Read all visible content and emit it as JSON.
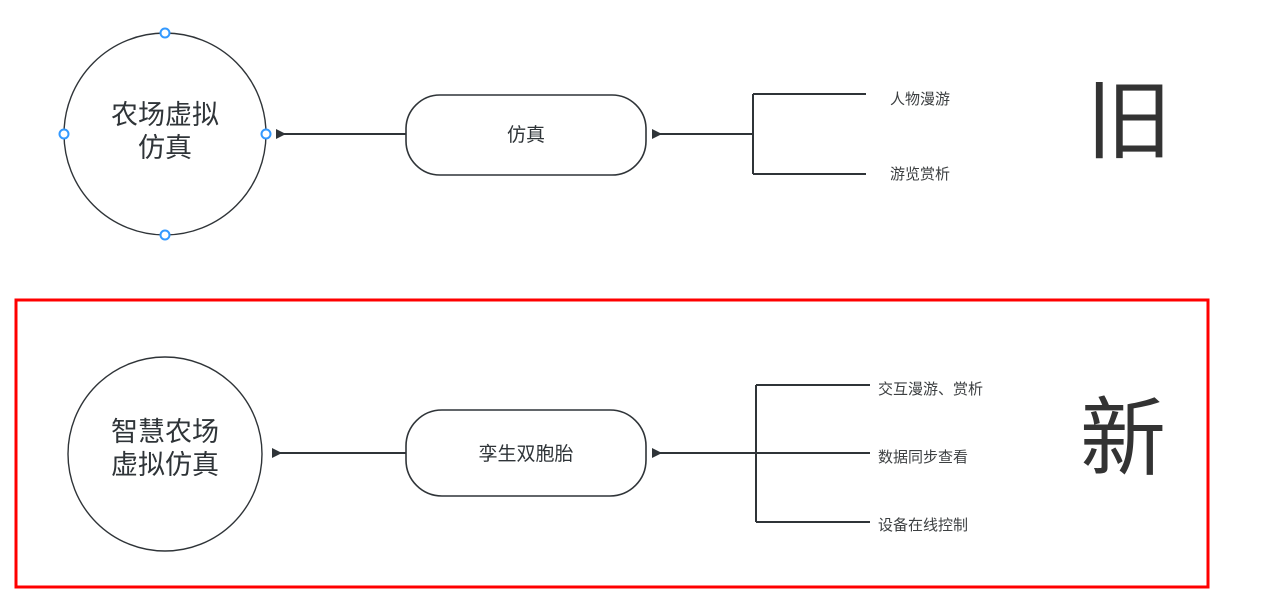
{
  "diagram": {
    "title_old": "旧",
    "title_new": "新",
    "colors": {
      "stroke": "#2f3438",
      "text": "#2f3438",
      "leaf_text": "#3c3f41",
      "handle": "#3399ff",
      "highlight_box": "#ff0000",
      "era_text": "#333333",
      "background": "#ffffff"
    },
    "old_section": {
      "circle_label": "农场虚拟\n仿真",
      "pill_label": "仿真",
      "branch_labels": [
        "人物漫游",
        "游览赏析"
      ],
      "era": "旧",
      "selected": true,
      "handles": [
        "top",
        "left",
        "right",
        "bottom"
      ]
    },
    "new_section": {
      "circle_label": "智慧农场\n虚拟仿真",
      "pill_label": "孪生双胞胎",
      "branch_labels": [
        "交互漫游、赏析",
        "数据同步查看",
        "设备在线控制"
      ],
      "era": "新",
      "highlighted": true
    }
  }
}
